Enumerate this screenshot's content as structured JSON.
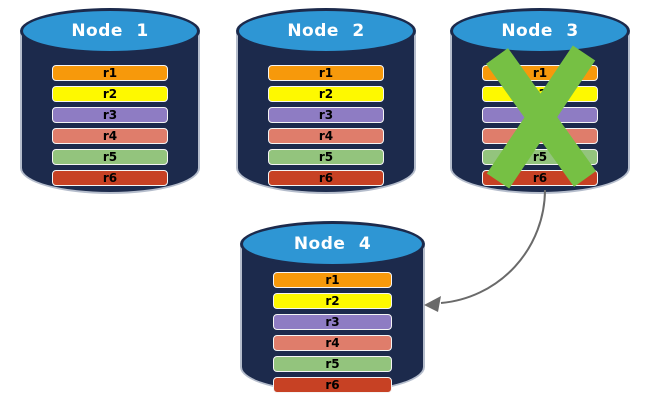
{
  "diagram": {
    "nodes": [
      {
        "id": "node-1",
        "label": "Node 1",
        "failed": false
      },
      {
        "id": "node-2",
        "label": "Node 2",
        "failed": false
      },
      {
        "id": "node-3",
        "label": "Node 3",
        "failed": true
      },
      {
        "id": "node-4",
        "label": "Node 4",
        "failed": false
      }
    ],
    "rows": [
      {
        "label": "r1",
        "color": "#f7990b"
      },
      {
        "label": "r2",
        "color": "#fef900"
      },
      {
        "label": "r3",
        "color": "#8e7cc3"
      },
      {
        "label": "r4",
        "color": "#df7d6b"
      },
      {
        "label": "r5",
        "color": "#93c47d"
      },
      {
        "label": "r6",
        "color": "#c74124"
      }
    ],
    "icons": {
      "failure_x": "green-x-mark",
      "arrow": "curved-arrow-node3-to-node4"
    },
    "colors": {
      "cylinder_body": "#1c2a4c",
      "cylinder_top": "#2e96d4",
      "cylinder_outline": "#b5bdcc",
      "failure_x": "#76c044",
      "arrow": "#6a6a6a",
      "node_label_text": "#ffffff",
      "row_label_text": "#000000"
    }
  }
}
